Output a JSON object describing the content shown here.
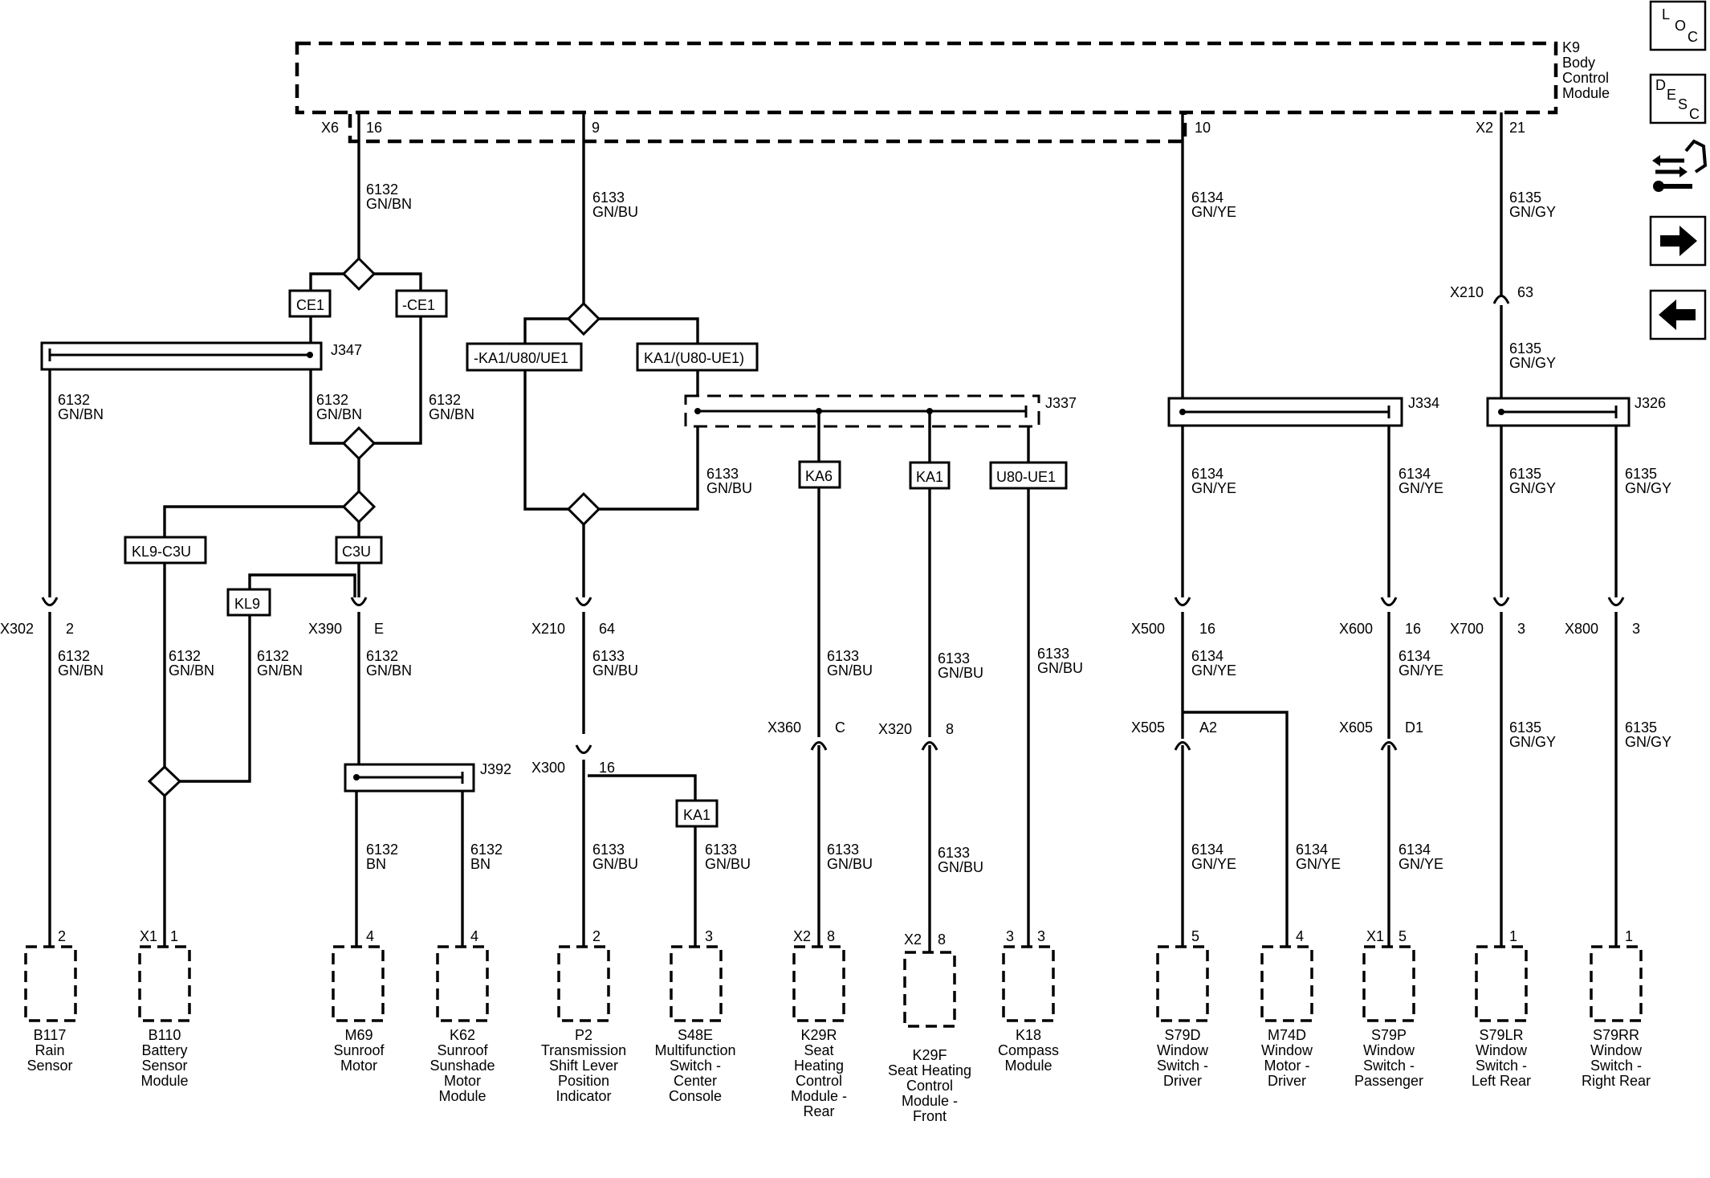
{
  "module": {
    "name_lines": [
      "K9",
      "Body",
      "Control",
      "Module"
    ],
    "connector_left": "X6",
    "connector_right": "X2"
  },
  "circuits": {
    "c6132": "6132",
    "c6133": "6133",
    "c6134": "6134",
    "c6135": "6135"
  },
  "colors": {
    "gnbn": "GN/BN",
    "bn": "BN",
    "gnbu": "GN/BU",
    "gnye": "GN/YE",
    "gngy": "GN/GY"
  },
  "pins": {
    "p16": "16",
    "p9": "9",
    "p10": "10",
    "p21": "21",
    "p2": "2",
    "pE": "E",
    "p64": "64",
    "p63": "63",
    "pC": "C",
    "p8": "8",
    "pA2": "A2",
    "pD1": "D1",
    "p3": "3",
    "p1": "1",
    "p4": "4",
    "p5": "5"
  },
  "splices": {
    "j347": "J347",
    "j337": "J337",
    "j392": "J392",
    "j334": "J334",
    "j326": "J326"
  },
  "options": {
    "ce1": "CE1",
    "not_ce1": "-CE1",
    "not_ka1": "-KA1/U80/UE1",
    "ka1_u80": "KA1/(U80-UE1)",
    "kl9c3u": "KL9-C3U",
    "c3u": "C3U",
    "kl9": "KL9",
    "ka6": "KA6",
    "ka1": "KA1",
    "u80ue1": "U80-UE1"
  },
  "connectors": {
    "x302": "X302",
    "x390": "X390",
    "x210": "X210",
    "x300": "X300",
    "x360": "X360",
    "x320": "X320",
    "x500": "X500",
    "x505": "X505",
    "x600": "X600",
    "x605": "X605",
    "x700": "X700",
    "x800": "X800",
    "x1": "X1",
    "x2": "X2"
  },
  "components": [
    {
      "lines": [
        "B117",
        "Rain",
        "Sensor"
      ]
    },
    {
      "lines": [
        "B110",
        "Battery",
        "Sensor",
        "Module"
      ]
    },
    {
      "lines": [
        "M69",
        "Sunroof",
        "Motor"
      ]
    },
    {
      "lines": [
        "K62",
        "Sunroof",
        "Sunshade",
        "Motor",
        "Module"
      ]
    },
    {
      "lines": [
        "P2",
        "Transmission",
        "Shift Lever",
        "Position",
        "Indicator"
      ]
    },
    {
      "lines": [
        "S48E",
        "Multifunction",
        "Switch -",
        "Center",
        "Console"
      ]
    },
    {
      "lines": [
        "K29R",
        "Seat",
        "Heating",
        "Control",
        "Module -",
        "Rear"
      ]
    },
    {
      "lines": [
        "K29F",
        "Seat Heating",
        "Control",
        "Module -",
        "Front"
      ]
    },
    {
      "lines": [
        "K18",
        "Compass",
        "Module"
      ]
    },
    {
      "lines": [
        "S79D",
        "Window",
        "Switch -",
        "Driver"
      ]
    },
    {
      "lines": [
        "M74D",
        "Window",
        "Motor -",
        "Driver"
      ]
    },
    {
      "lines": [
        "S79P",
        "Window",
        "Switch -",
        "Passenger"
      ]
    },
    {
      "lines": [
        "S79LR",
        "Window",
        "Switch -",
        "Left Rear"
      ]
    },
    {
      "lines": [
        "S79RR",
        "Window",
        "Switch -",
        "Right Rear"
      ]
    }
  ],
  "nav": {
    "loc": [
      "L",
      "O",
      "C"
    ],
    "desc": [
      "D",
      "E",
      "S",
      "C"
    ],
    "items": [
      {
        "icon": "schematic-tool-icon"
      },
      {
        "icon": "arrow-right-icon"
      },
      {
        "icon": "arrow-left-icon"
      }
    ]
  }
}
